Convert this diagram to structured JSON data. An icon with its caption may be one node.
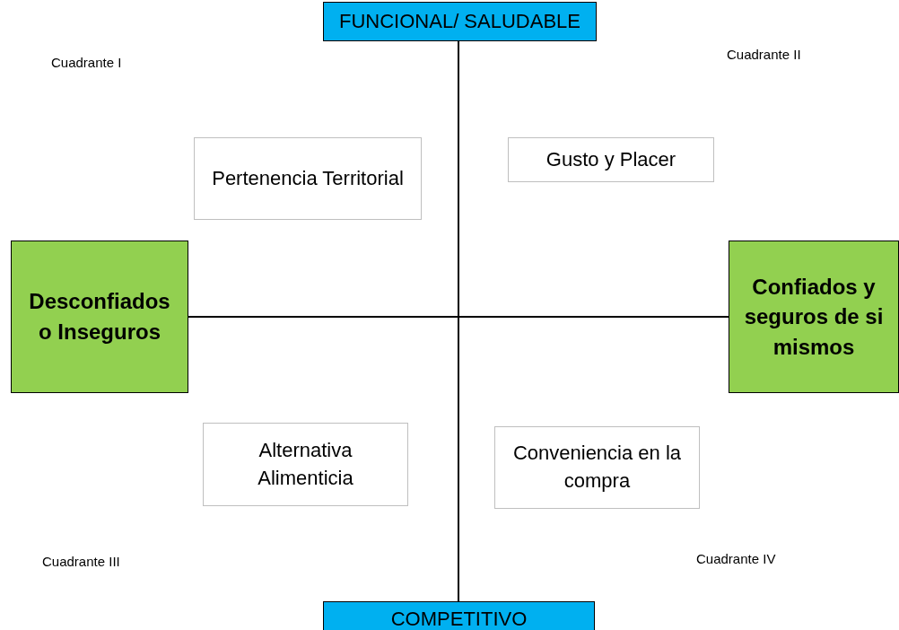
{
  "diagram": {
    "nodes": [
      {
        "text": [
          "FUNCIONAL/ SALUDABLE"
        ]
      },
      {
        "text": [
          "Pertenencia Territorial"
        ]
      },
      {
        "text": [
          "Gusto y Placer"
        ]
      },
      {
        "text": [
          "Desconfiados o Inseguros"
        ]
      },
      {
        "text": [
          "Confiados y seguros de si mismos"
        ]
      },
      {
        "text": [
          "Alternativa Alimenticia"
        ]
      },
      {
        "text": [
          "Conveniencia en la compra"
        ]
      },
      {
        "text": [
          "COMPETITIVO"
        ]
      }
    ],
    "edges": [
      {
        "from": 0,
        "to": 7,
        "arrow": "none"
      },
      {
        "from": 3,
        "to": 4,
        "arrow": "none"
      }
    ],
    "labels": [
      "Cuadrante I",
      "Cuadrante II",
      "Cuadrante III",
      "Cuadrante IV"
    ]
  }
}
